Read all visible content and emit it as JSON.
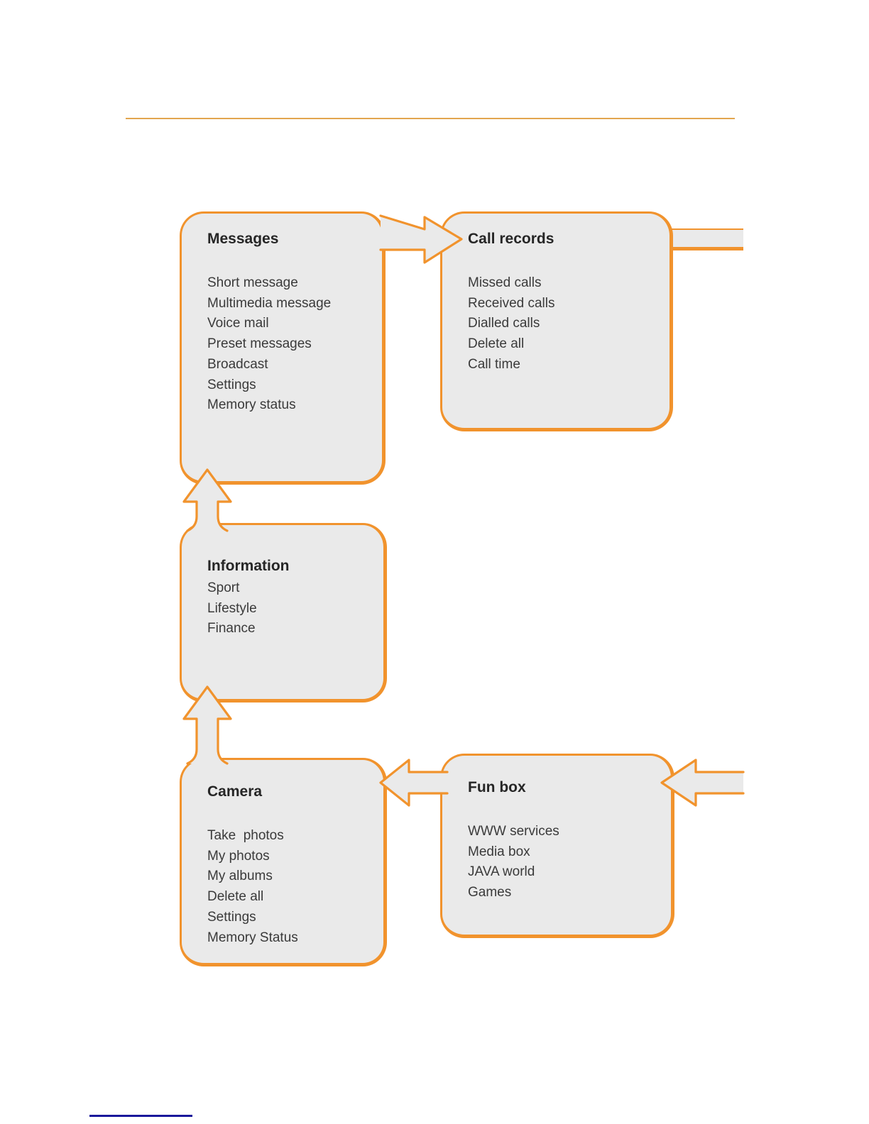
{
  "colors": {
    "accent_orange": "#F1932D",
    "box_fill": "#EAEAEA",
    "title_text": "#262626",
    "item_text": "#3A3A3A",
    "rule": "#E2A64F",
    "footer_line": "#1A189B",
    "page_bg": "#FFFFFF"
  },
  "boxes": [
    {
      "id": "messages",
      "title": "Messages",
      "items": [
        "Short message",
        "Multimedia message",
        "Voice mail",
        "Preset messages",
        "Broadcast",
        "Settings",
        "Memory status"
      ]
    },
    {
      "id": "call-records",
      "title": "Call records",
      "items": [
        "Missed calls",
        "Received calls",
        "Dialled calls",
        "Delete all",
        "Call time"
      ]
    },
    {
      "id": "information",
      "title": "Information",
      "items": [
        "Sport",
        "Lifestyle",
        "Finance"
      ]
    },
    {
      "id": "camera",
      "title": "Camera",
      "items": [
        "Take  photos",
        "My photos",
        "My albums",
        "Delete all",
        "Settings",
        "Memory Status"
      ]
    },
    {
      "id": "fun-box",
      "title": "Fun box",
      "items": [
        "WWW services",
        "Media box",
        "JAVA world",
        "Games"
      ]
    }
  ],
  "arrows": [
    {
      "name": "messages-to-call-records",
      "direction": "right"
    },
    {
      "name": "call-records-continues-off-page",
      "direction": "right-band"
    },
    {
      "name": "information-to-messages",
      "direction": "up"
    },
    {
      "name": "camera-to-information",
      "direction": "up"
    },
    {
      "name": "fun-box-to-camera",
      "direction": "left"
    },
    {
      "name": "off-page-to-fun-box",
      "direction": "left"
    }
  ]
}
